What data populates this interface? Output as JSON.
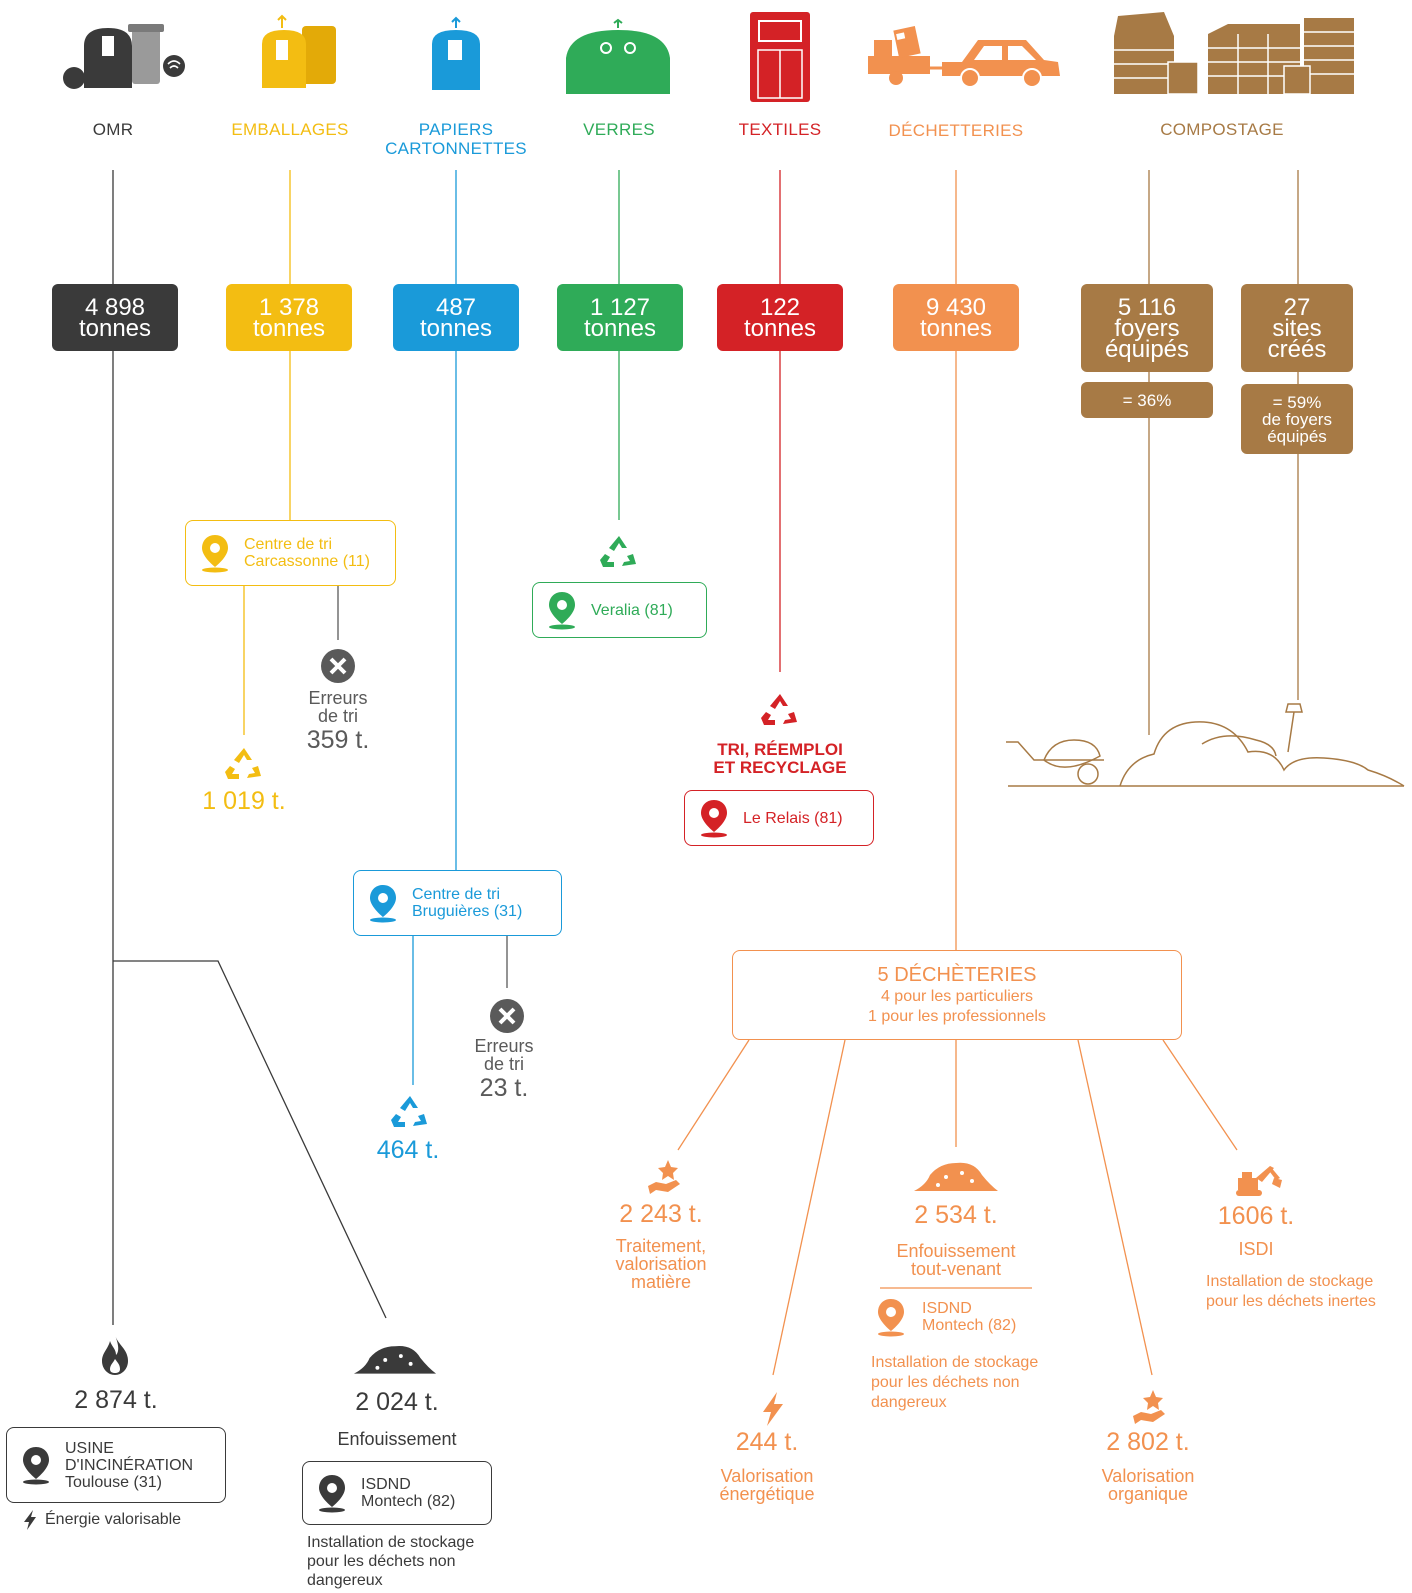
{
  "colors": {
    "omr": "#3a3a3a",
    "emballages": "#f3bd12",
    "papiers": "#1a9ad9",
    "verres": "#2fab58",
    "textiles": "#d42226",
    "decheteries": "#f2914f",
    "compostage": "#a77a45",
    "grey": "#5a5a5a"
  },
  "categories": {
    "omr": "OMR",
    "emballages": "EMBALLAGES",
    "papiers_line1": "PAPIERS",
    "papiers_line2": "CARTONNETTES",
    "verres": "VERRES",
    "textiles": "TEXTILES",
    "decheteries": "DÉCHETTERIES",
    "compostage": "COMPOSTAGE"
  },
  "tonnages": {
    "omr": "4 898",
    "emballages": "1 378",
    "papiers": "487",
    "verres": "1 127",
    "textiles": "122",
    "decheteries": "9 430",
    "unit": "tonnes"
  },
  "compostage": {
    "foyers_value": "5 116",
    "foyers_l1": "foyers",
    "foyers_l2": "équipés",
    "foyers_pct": "= 36%",
    "sites_value": "27",
    "sites_l1": "sites",
    "sites_l2": "créés",
    "sites_pct_l1": "= 59%",
    "sites_pct_l2": "de foyers",
    "sites_pct_l3": "équipés"
  },
  "emballages": {
    "centre_l1": "Centre de tri",
    "centre_l2": "Carcassonne (11)",
    "erreurs_l1": "Erreurs",
    "erreurs_l2": "de tri",
    "erreurs_value": "359 t.",
    "recycled_value": "1 019 t."
  },
  "verres": {
    "site": "Veralia  (81)"
  },
  "textiles": {
    "label_l1": "TRI, RÉEMPLOI",
    "label_l2": "ET RECYCLAGE",
    "site": "Le Relais  (81)"
  },
  "papiers": {
    "centre_l1": "Centre de tri",
    "centre_l2": "Bruguières (31)",
    "erreurs_l1": "Erreurs",
    "erreurs_l2": "de tri",
    "erreurs_value": "23 t.",
    "recycled_value": "464 t."
  },
  "decheteries": {
    "title": "5 DÉCHÈTERIES",
    "sub1": "4 pour les particuliers",
    "sub2": "1 pour les professionnels",
    "matiere_value": "2 243 t.",
    "matiere_l1": "Traitement,",
    "matiere_l2": "valorisation",
    "matiere_l3": "matière",
    "enfouissement_value": "2 534 t.",
    "enfouissement_l1": "Enfouissement",
    "enfouissement_l2": "tout-venant",
    "isdnd_l1": "ISDND",
    "isdnd_l2": "Montech (82)",
    "isdnd_desc1": "Installation de stockage",
    "isdnd_desc2": "pour les déchets non",
    "isdnd_desc3": "dangereux",
    "isdi_value": "1606 t.",
    "isdi_label": "ISDI",
    "isdi_desc1": "Installation de stockage",
    "isdi_desc2": "pour les déchets inertes",
    "energetique_value": "244 t.",
    "energetique_l1": "Valorisation",
    "energetique_l2": "énergétique",
    "organique_value": "2 802 t.",
    "organique_l1": "Valorisation",
    "organique_l2": "organique"
  },
  "omr": {
    "incineration_value": "2 874 t.",
    "usine_l1": "USINE",
    "usine_l2": "D'INCINÉRATION",
    "usine_l3": "Toulouse (31)",
    "energie": "Énergie valorisable",
    "enfouissement_value": "2 024 t.",
    "enfouissement_label": "Enfouissement",
    "isdnd_l1": "ISDND",
    "isdnd_l2": "Montech (82)",
    "isdnd_desc1": "Installation de stockage",
    "isdnd_desc2": "pour les déchets non",
    "isdnd_desc3": "dangereux"
  }
}
